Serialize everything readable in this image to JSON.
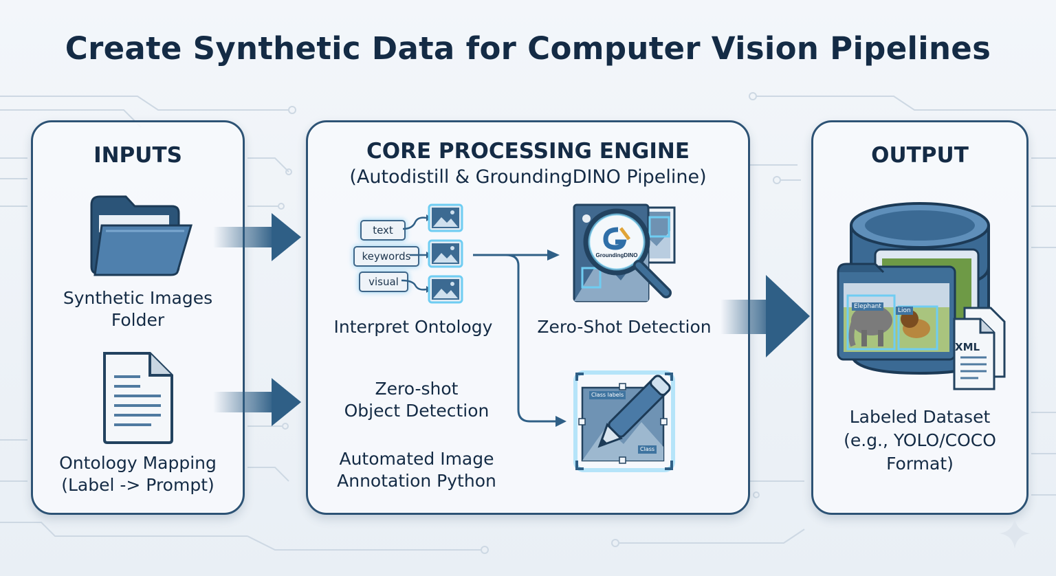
{
  "title": "Create Synthetic Data for Computer Vision Pipelines",
  "inputs": {
    "heading": "INPUTS",
    "folder_label_line1": "Synthetic Images",
    "folder_label_line2": "Folder",
    "mapping_label_line1": "Ontology Mapping",
    "mapping_label_line2": "(Label -> Prompt)"
  },
  "core": {
    "heading": "CORE PROCESSING ENGINE",
    "subheading": "(Autodistill & GroundingDINO Pipeline)",
    "chips": [
      "text",
      "keywords",
      "visual"
    ],
    "interpret_label": "Interpret Ontology",
    "zeroshot_label": "Zero-Shot Detection",
    "grounding_logo": "GroundingDINO",
    "object_detection_line1": "Zero-shot",
    "object_detection_line2": "Object Detection",
    "annotation_line1": "Automated Image",
    "annotation_line2": "Annotation Python",
    "annot_tag1": "Class labels",
    "annot_tag2": "Class"
  },
  "output": {
    "heading": "OUTPUT",
    "tag_elephant": "Elephant",
    "tag_lion": "Lion",
    "xml_label": "XML",
    "dataset_line1": "Labeled Dataset",
    "dataset_line2": "(e.g., YOLO/COCO",
    "dataset_line3": "Format)"
  },
  "colors": {
    "panel_border": "#2d5375",
    "arrow": "#2f5f86",
    "title": "#142b45",
    "glow": "#7fd4f5"
  },
  "icons": [
    "folder-icon",
    "document-icon",
    "image-icon",
    "magnifier-icon",
    "pencil-icon",
    "database-icon",
    "xml-file-icon",
    "sparkle-icon"
  ]
}
